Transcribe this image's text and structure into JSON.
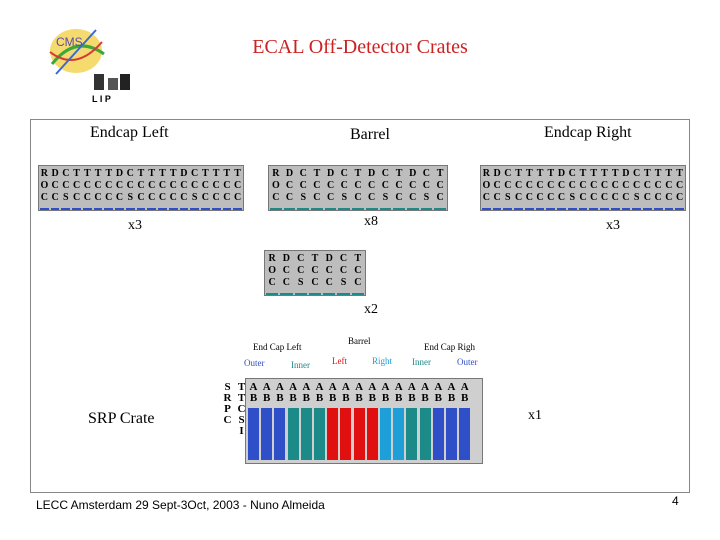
{
  "slide": {
    "title": "ECAL Off-Detector Crates",
    "footer": "LECC Amsterdam 29 Sept-3Oct, 2003 - Nuno Almeida",
    "page_number": "4"
  },
  "logos": {
    "cms": "CMS",
    "lip": "L I P"
  },
  "headers": {
    "endcap_left": "Endcap Left",
    "barrel": "Barrel",
    "endcap_right": "Endcap Right"
  },
  "multipliers": {
    "endcap_left": "x3",
    "barrel": "x8",
    "endcap_right": "x3",
    "barrel_small": "x2",
    "srp": "x1"
  },
  "crates": {
    "endcap": {
      "row1": [
        "R",
        "D",
        "C",
        "T",
        "T",
        "T",
        "T",
        "D",
        "C",
        "T",
        "T",
        "T",
        "T",
        "D",
        "C",
        "T",
        "T",
        "T",
        "T"
      ],
      "row2": [
        "O",
        "C",
        "C",
        "C",
        "C",
        "C",
        "C",
        "C",
        "C",
        "C",
        "C",
        "C",
        "C",
        "C",
        "C",
        "C",
        "C",
        "C",
        "C"
      ],
      "row3": [
        "C",
        "C",
        "S",
        "C",
        "C",
        "C",
        "C",
        "C",
        "S",
        "C",
        "C",
        "C",
        "C",
        "C",
        "S",
        "C",
        "C",
        "C",
        "C"
      ]
    },
    "barrel": {
      "row1": [
        "R",
        "D",
        "C",
        "T",
        "D",
        "C",
        "T",
        "D",
        "C",
        "T",
        "D",
        "C",
        "T"
      ],
      "row2": [
        "O",
        "C",
        "C",
        "C",
        "C",
        "C",
        "C",
        "C",
        "C",
        "C",
        "C",
        "C",
        "C"
      ],
      "row3": [
        "C",
        "C",
        "S",
        "C",
        "C",
        "S",
        "C",
        "C",
        "S",
        "C",
        "C",
        "S",
        "C"
      ]
    },
    "barrel_small": {
      "row1": [
        "R",
        "D",
        "C",
        "T",
        "D",
        "C",
        "T"
      ],
      "row2": [
        "O",
        "C",
        "C",
        "C",
        "C",
        "C",
        "C"
      ],
      "row3": [
        "C",
        "C",
        "S",
        "C",
        "C",
        "S",
        "C"
      ]
    }
  },
  "srp": {
    "label": "SRP Crate",
    "group_labels": {
      "endcap_left": "End Cap Left",
      "barrel": "Barrel",
      "endcap_right": "End Cap Righ"
    },
    "sub_labels": {
      "outer_left": "Outer",
      "inner_left": "Inner",
      "left": "Left",
      "right": "Right",
      "inner_right": "Inner",
      "outer_right": "Outer"
    },
    "srp_col": [
      "S",
      "R",
      "P",
      "C"
    ],
    "tcs_col": [
      "T",
      "T",
      "C",
      "S",
      "I"
    ],
    "ab_col": [
      "A",
      "B"
    ],
    "ab_count": 17,
    "colors": {
      "blue": "#2f4fc8",
      "teal": "#1d8a8a",
      "red": "#e01010",
      "light_blue": "#1f9fd8"
    }
  },
  "colors": {
    "title": "#cc2222",
    "crate_bg": "#bdbdbd",
    "endcap_underline": "#2f4fc8",
    "barrel_underline": "#1d8a8a"
  }
}
